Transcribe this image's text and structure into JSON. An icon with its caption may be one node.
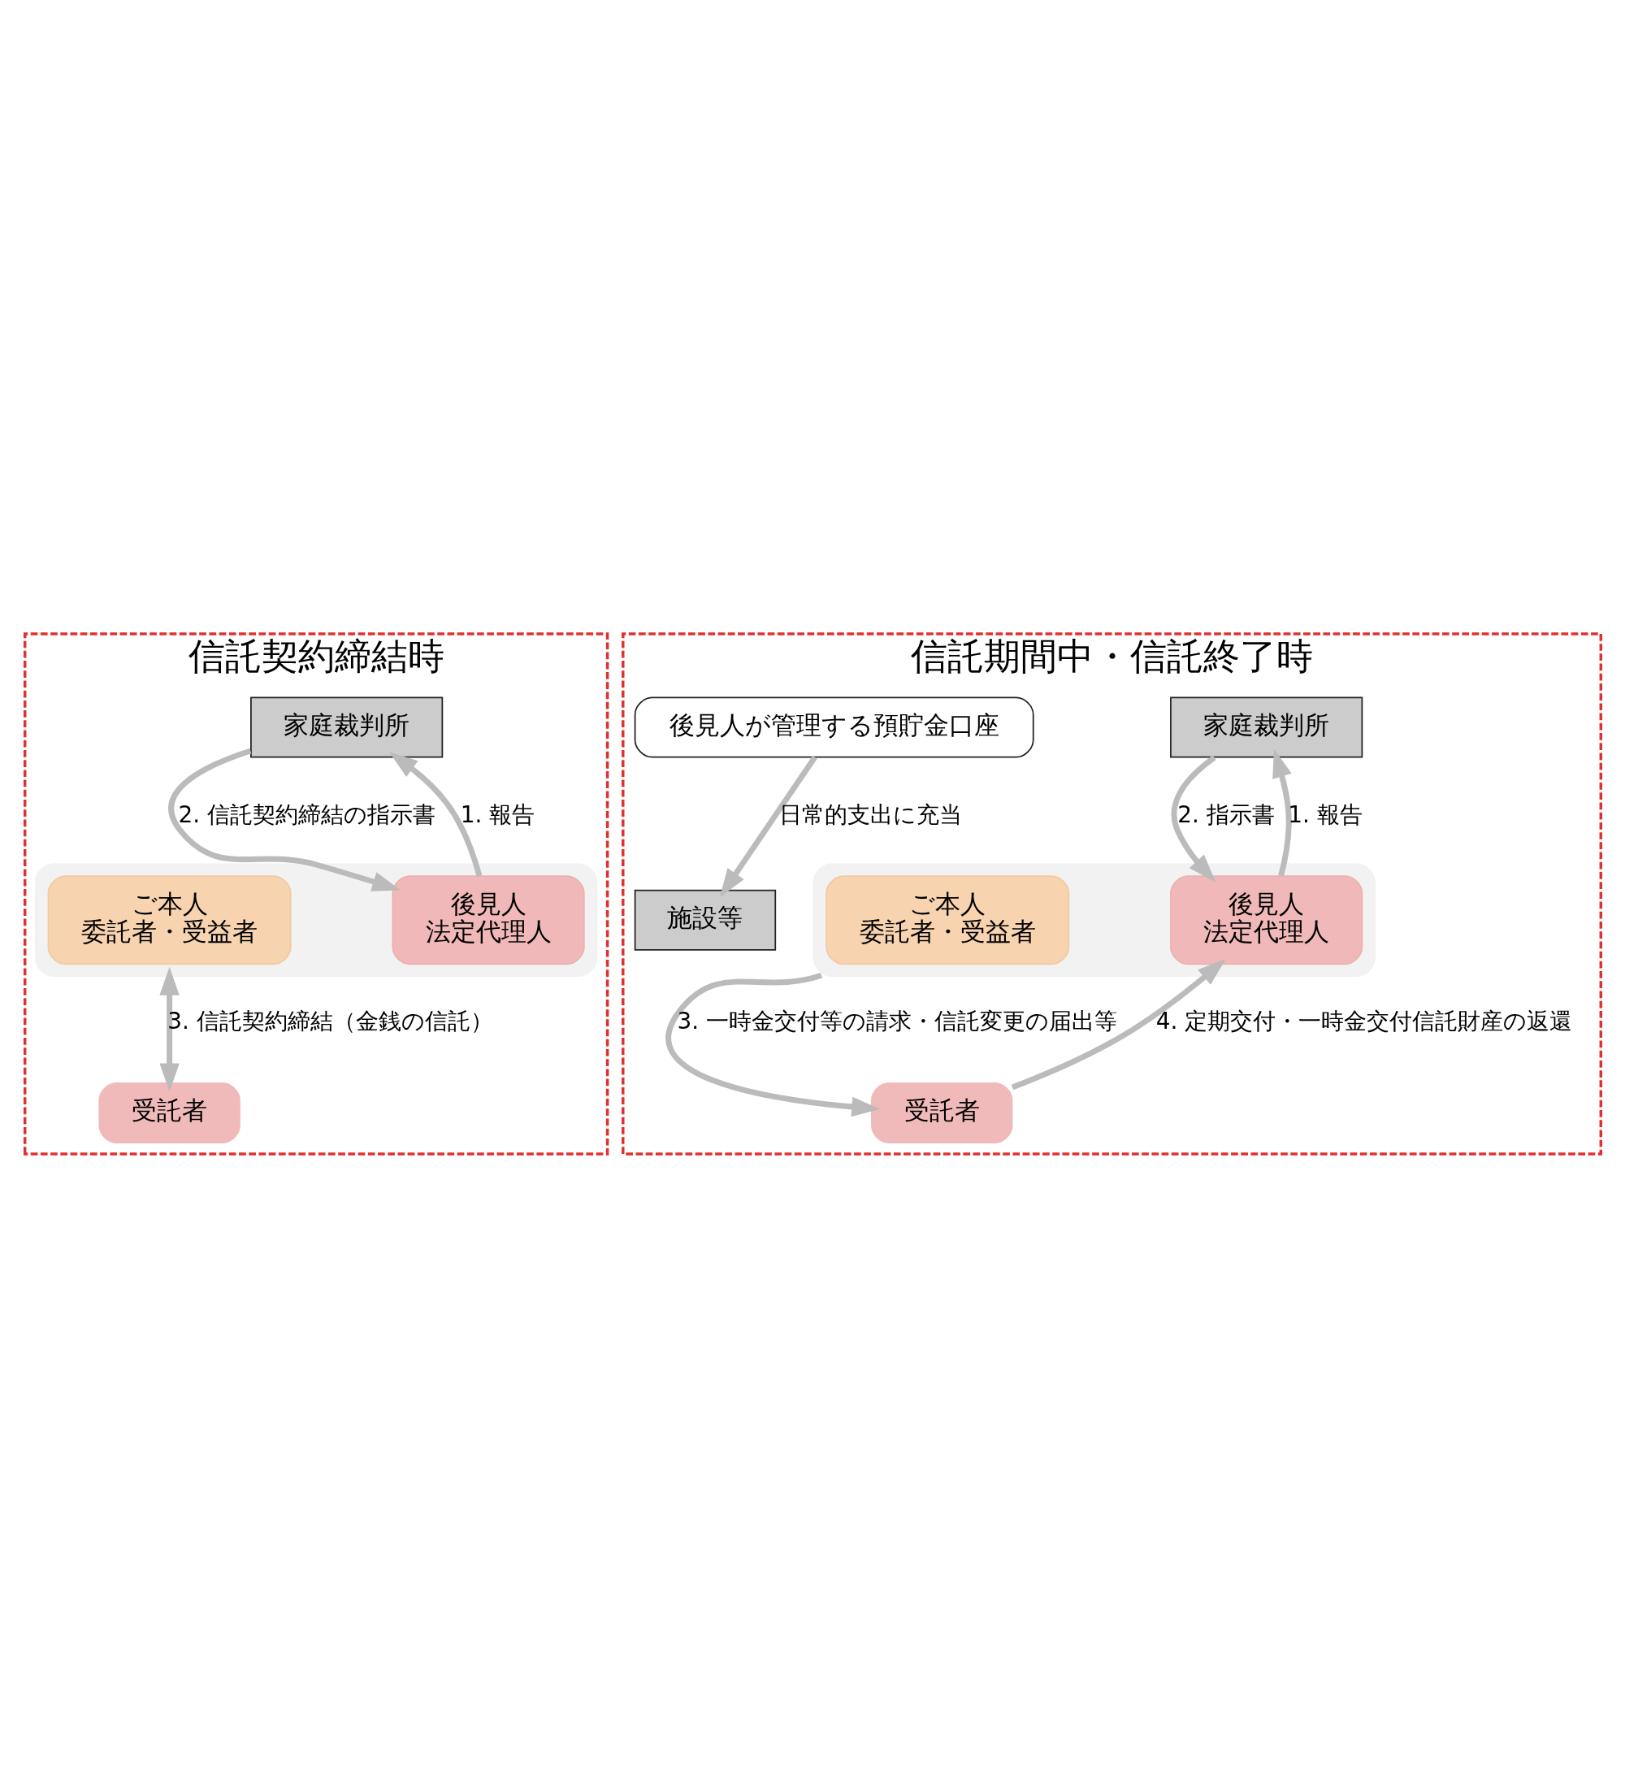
{
  "diagram": {
    "nodes": [
      {
        "text": [
          "信託契約締結時"
        ]
      },
      {
        "text": [
          "家庭裁判所"
        ],
        "in": 0
      },
      {
        "text": [],
        "shape": "box",
        "in": 0
      },
      {
        "text": [
          "ご本人",
          "委託者・受益者"
        ],
        "in": 2
      },
      {
        "text": [
          "後見人",
          "法定代理人"
        ],
        "in": 2
      },
      {
        "text": [
          "受託者"
        ],
        "in": 0
      },
      {
        "text": [
          "信託期間中・信託終了時"
        ]
      },
      {
        "text": [
          "家庭裁判所"
        ],
        "in": 6
      },
      {
        "text": [],
        "shape": "box",
        "in": 6
      },
      {
        "text": [
          "ご本人",
          "委託者・受益者"
        ],
        "in": 8
      },
      {
        "text": [
          "後見人",
          "法定代理人"
        ],
        "in": 8
      },
      {
        "text": [
          "受託者"
        ],
        "in": 6
      },
      {
        "text": [
          "後見人が管理する預貯金口座"
        ],
        "in": 6
      },
      {
        "text": [
          "施設等"
        ],
        "in": 6
      }
    ],
    "edges": [
      {
        "from": 4,
        "to": 1,
        "arrow": "to",
        "label": "1. 報告"
      },
      {
        "from": 1,
        "to": 4,
        "arrow": "to",
        "label": "2. 信託契約締結の指示書"
      },
      {
        "from": 2,
        "to": 5,
        "arrow": "both",
        "label": "3. 信託契約締結（金銭の信託）"
      },
      {
        "from": 10,
        "to": 7,
        "arrow": "to",
        "label": "1. 報告"
      },
      {
        "from": 7,
        "to": 10,
        "arrow": "to",
        "label": "2. 指示書"
      },
      {
        "from": 8,
        "to": 11,
        "arrow": "to",
        "label": "3. 一時金交付等の請求・信託変更の届出等"
      },
      {
        "from": 11,
        "to": 10,
        "arrow": "to",
        "label": "4. 定期交付・一時金交付信託財産の返還"
      },
      {
        "from": 12,
        "to": 13,
        "arrow": "to",
        "label": "日常的支出に充当"
      }
    ]
  }
}
